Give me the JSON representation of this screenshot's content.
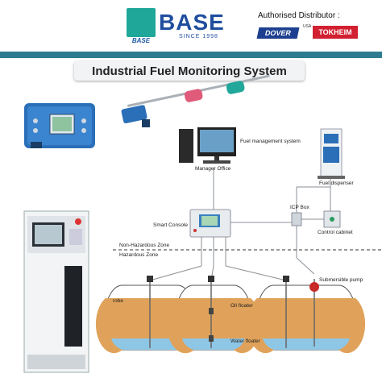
{
  "header": {
    "brand_name": "BASE",
    "brand_sub": "BASE",
    "since": "SINCE 1998",
    "authorised": "Authorised Distributor :",
    "distributor_1": "DOVER",
    "distributor_2": "TOKHEIM",
    "distributor_2_prefix": "USA"
  },
  "title": "Industrial Fuel Monitoring System",
  "labels": {
    "fuel_management": "Fuel  management system",
    "manager_office": "Manager Office",
    "fuel_dispenser": "Fuel dispenser",
    "icp_box": "ICP Box",
    "smart_console": "Smart Console",
    "control_cabinet": "Control cabinet",
    "non_hazardous": "Non-Hazardous Zone",
    "hazardous": "Hazardous Zone",
    "submersible_pump": "Submersible pump",
    "probe": "robe",
    "oil_floater": "Oil floater",
    "water_floater": "Water floater"
  },
  "colors": {
    "band": "#2d7b8f",
    "brand_blue": "#1f4e9e",
    "logo_teal": "#1fa89a",
    "fuel": "#e0a25a",
    "water": "#8ec6e6",
    "console_blue": "#2b6fb8"
  }
}
